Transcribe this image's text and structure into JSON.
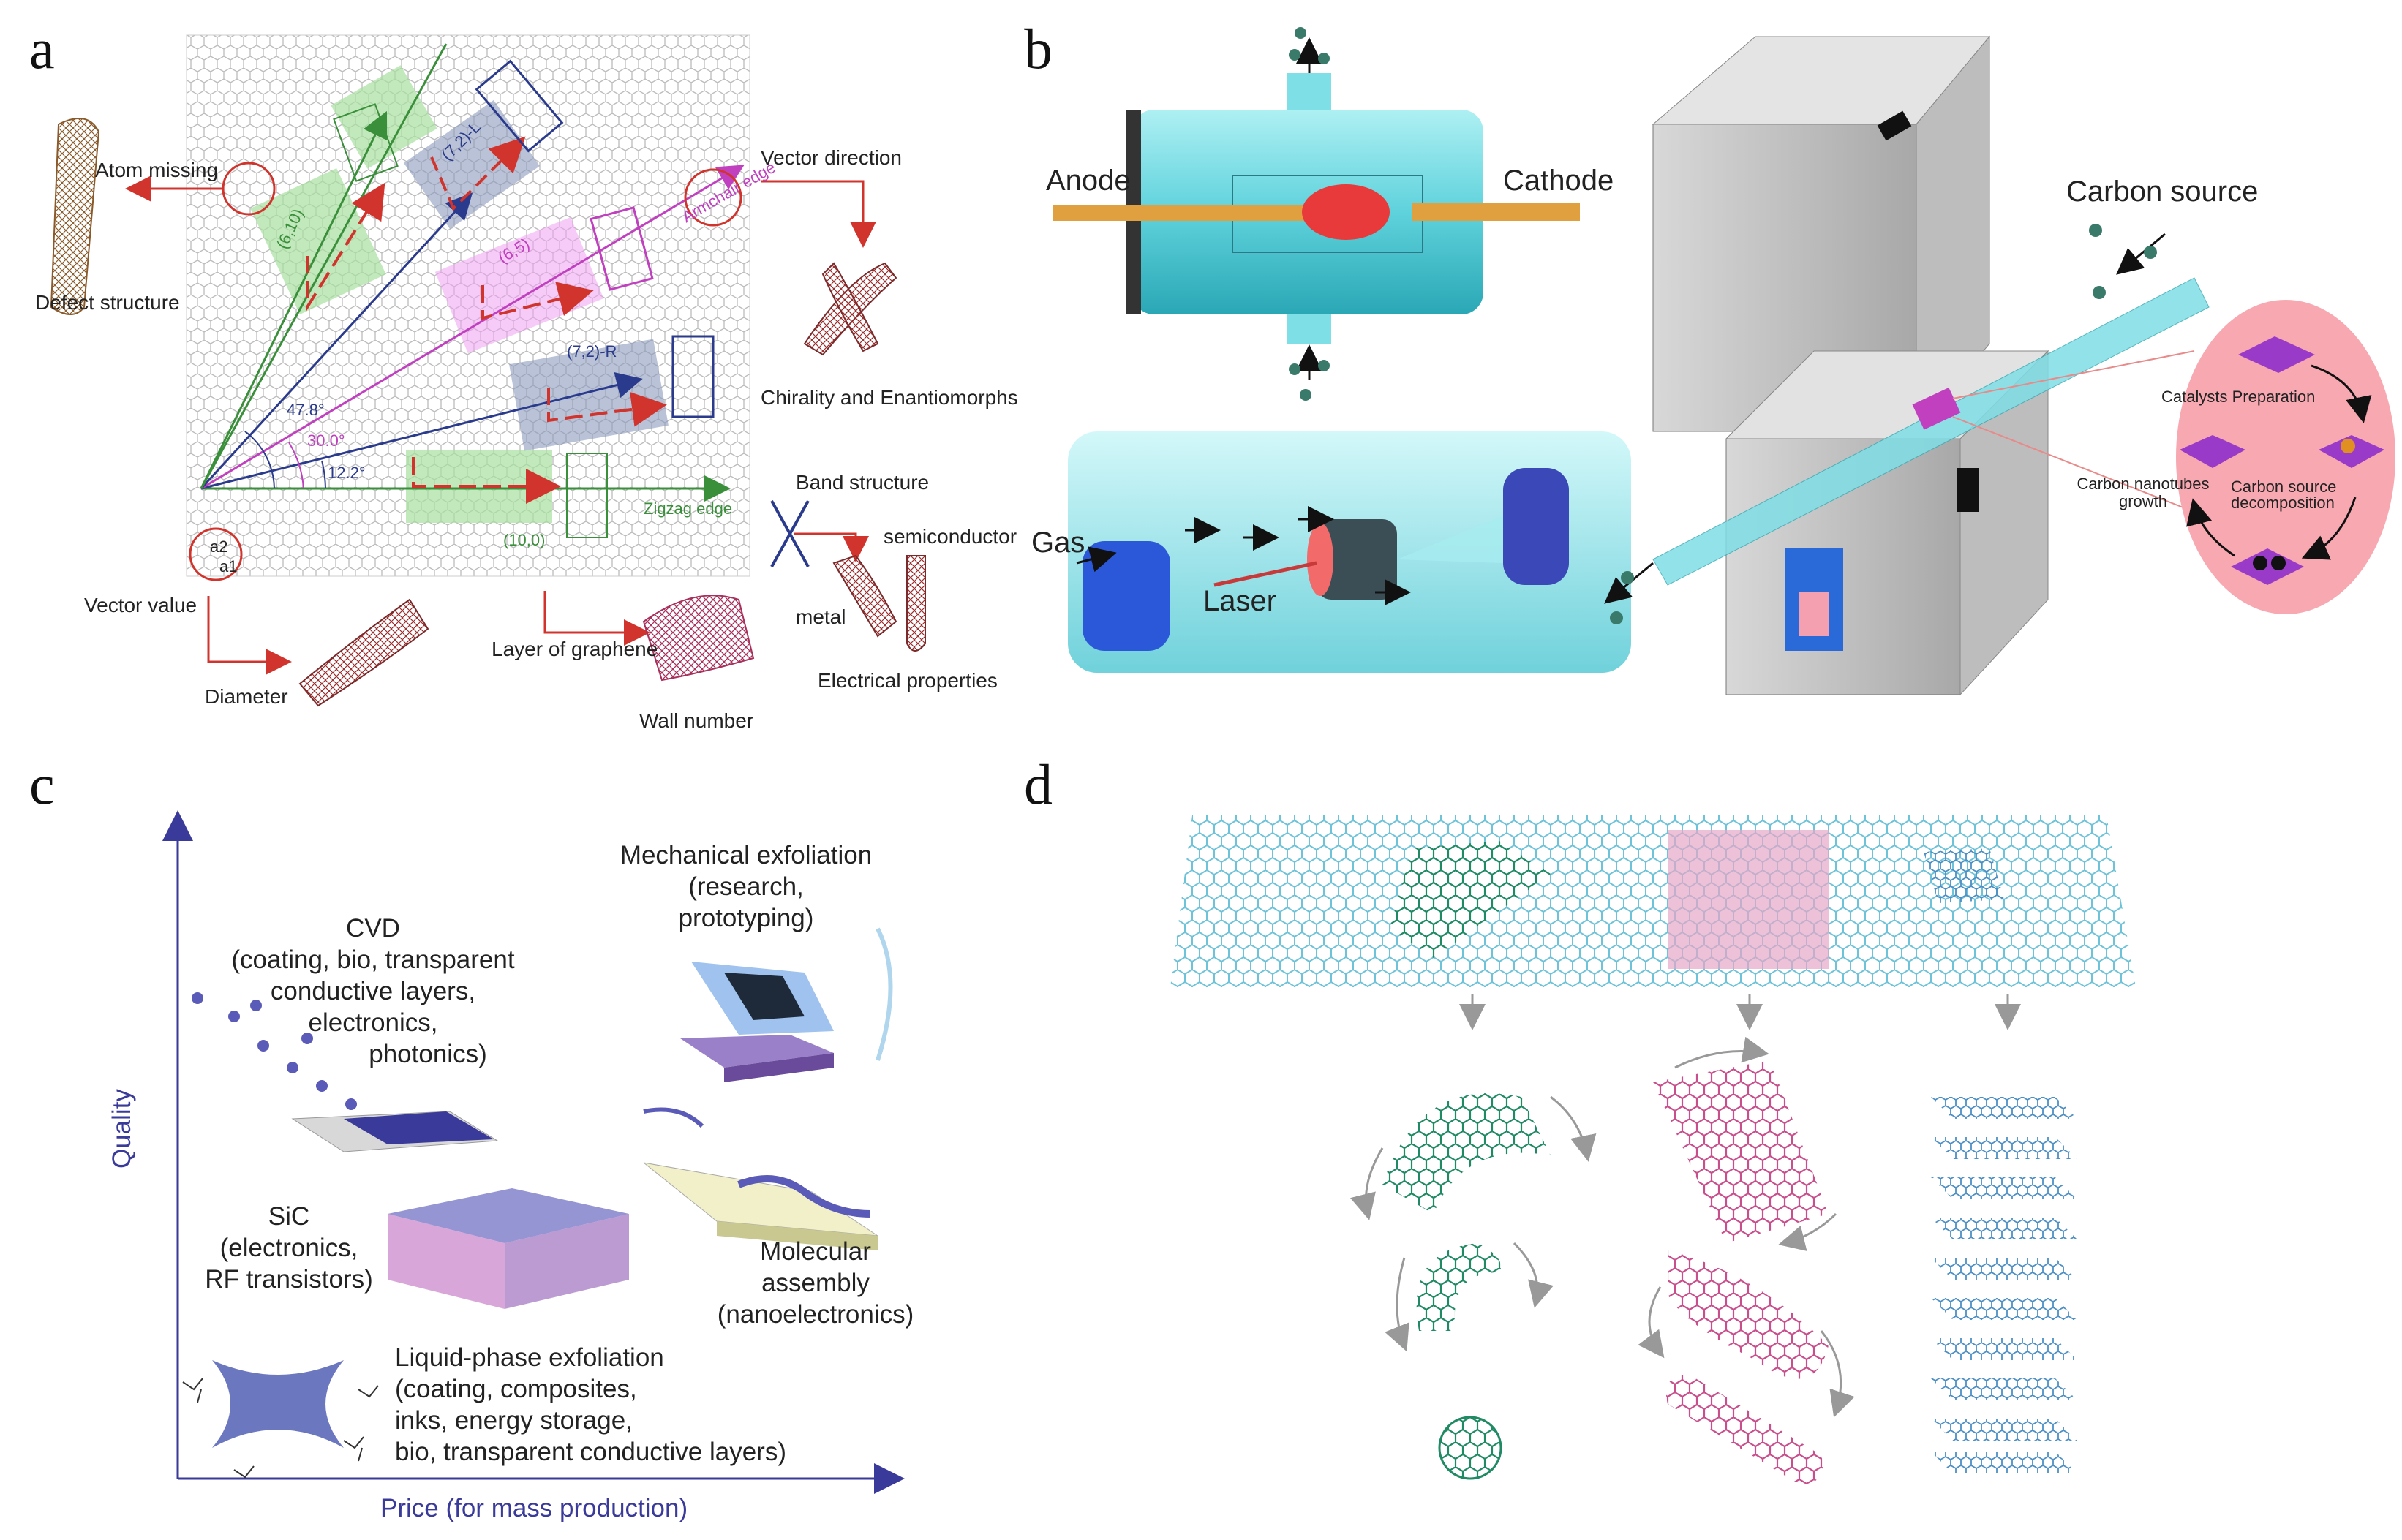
{
  "panels": {
    "a": {
      "letter": "a",
      "labels": {
        "atom_missing": "Atom missing",
        "defect_structure": "Defect structure",
        "vector_direction": "Vector direction",
        "chirality": "Chirality and Enantiomorphs",
        "band_structure": "Band structure",
        "semiconductor": "semiconductor",
        "metal": "metal",
        "electrical_properties": "Electrical properties",
        "vector_value": "Vector value",
        "diameter": "Diameter",
        "layer_of_graphene": "Layer of graphene",
        "wall_number": "Wall number",
        "zigzag_edge": "Zigzag edge",
        "armchair_edge": "Armchair edge",
        "angle_47": "47.8°",
        "angle_30": "30.0°",
        "angle_12": "12.2°",
        "idx_10_0": "(10,0)",
        "idx_7_2_R": "(7,2)-R",
        "idx_7_2_L": "(7,2)-L",
        "idx_6_5": "(6,5)",
        "idx_6_10": "(6,10)",
        "a1": "a1",
        "a2": "a2"
      }
    },
    "b": {
      "letter": "b",
      "labels": {
        "anode": "Anode",
        "cathode": "Cathode",
        "carbon_source": "Carbon source",
        "gas": "Gas",
        "laser": "Laser",
        "catalysts_preparation": "Catalysts Preparation",
        "carbon_source_decomposition": "Carbon source decomposition",
        "cnt_growth": "Carbon nanotubes growth"
      }
    },
    "c": {
      "letter": "c",
      "y_axis": "Quality",
      "x_axis": "Price (for mass production)",
      "methods": {
        "cvd": [
          "CVD",
          "(coating, bio, transparent",
          "conductive layers,",
          "electronics,",
          "photonics)"
        ],
        "mechanical": [
          "Mechanical exfoliation",
          "(research,",
          "prototyping)"
        ],
        "sic": [
          "SiC",
          "(electronics,",
          "RF transistors)"
        ],
        "molecular": [
          "Molecular",
          "assembly",
          "(nanoelectronics)"
        ],
        "liquid": [
          "Liquid-phase exfoliation",
          "(coating, composites,",
          "inks, energy storage,",
          "bio, transparent conductive layers)"
        ]
      }
    },
    "d": {
      "letter": "d"
    }
  },
  "colors": {
    "red": "#d0342c",
    "green": "#3a8f3a",
    "navy": "#2a3a8c",
    "magenta": "#c040c0",
    "cyan": "#7fdfe6",
    "pink_bubble": "#f7a8b0",
    "teal_green": "#1f8a63",
    "pink_sheet": "#c84f8c",
    "steel_blue": "#4c8fc4",
    "axis_blue": "#3a3a9a"
  }
}
